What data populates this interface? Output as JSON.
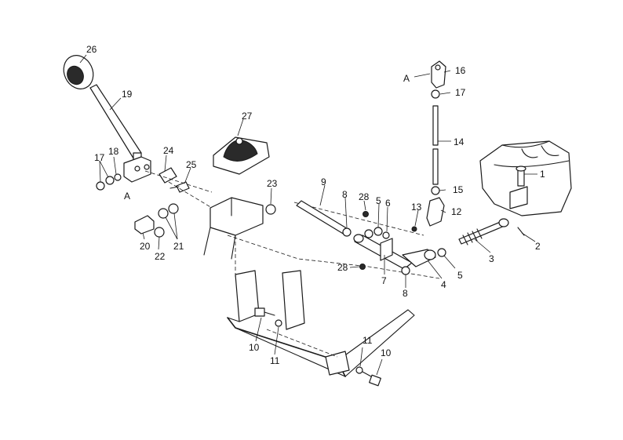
{
  "labels": {
    "l1": "1",
    "l2": "2",
    "l3": "3",
    "l4": "4",
    "l5a": "5",
    "l5b": "5",
    "l6": "6",
    "l7": "7",
    "l8a": "8",
    "l8b": "8",
    "l9": "9",
    "l10a": "10",
    "l10b": "10",
    "l11a": "11",
    "l11b": "11",
    "l12": "12",
    "l13": "13",
    "l14": "14",
    "l15": "15",
    "l16": "16",
    "l17a": "17",
    "l17b": "17",
    "l18": "18",
    "l19": "19",
    "l20": "20",
    "l21": "21",
    "l22": "22",
    "l23": "23",
    "l24": "24",
    "l25": "25",
    "l26": "26",
    "l27": "27",
    "l28a": "28",
    "l28b": "28",
    "refA1": "A",
    "refA2": "A"
  }
}
